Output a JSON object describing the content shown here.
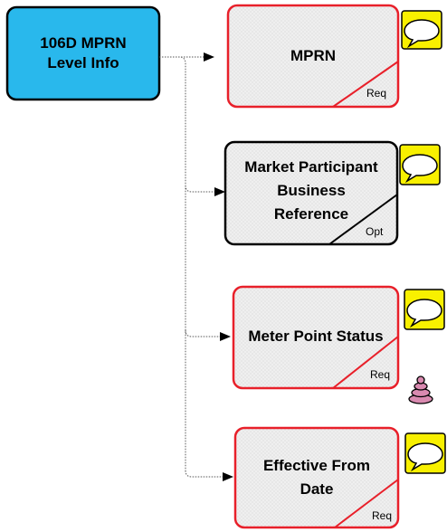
{
  "root": {
    "label_line1": "106D MPRN",
    "label_line2": "Level Info"
  },
  "children": [
    {
      "label_lines": [
        "MPRN"
      ],
      "badge": "Req",
      "border_color": "#e8202a",
      "has_stack_icon": false
    },
    {
      "label_lines": [
        "Market Participant",
        "Business",
        "Reference"
      ],
      "badge": "Opt",
      "border_color": "#000000",
      "has_stack_icon": false
    },
    {
      "label_lines": [
        "Meter Point Status"
      ],
      "badge": "Req",
      "border_color": "#e8202a",
      "has_stack_icon": true
    },
    {
      "label_lines": [
        "Effective From",
        "Date"
      ],
      "badge": "Req",
      "border_color": "#e8202a",
      "has_stack_icon": false
    }
  ],
  "colors": {
    "root_fill": "#29b8ec",
    "child_fill": "#eeeeee",
    "comment_fill": "#f8f000",
    "stack_icon": "#d98ab0"
  },
  "icons": {
    "comment": "speech-bubble-icon",
    "stack": "repeat-stack-icon"
  }
}
